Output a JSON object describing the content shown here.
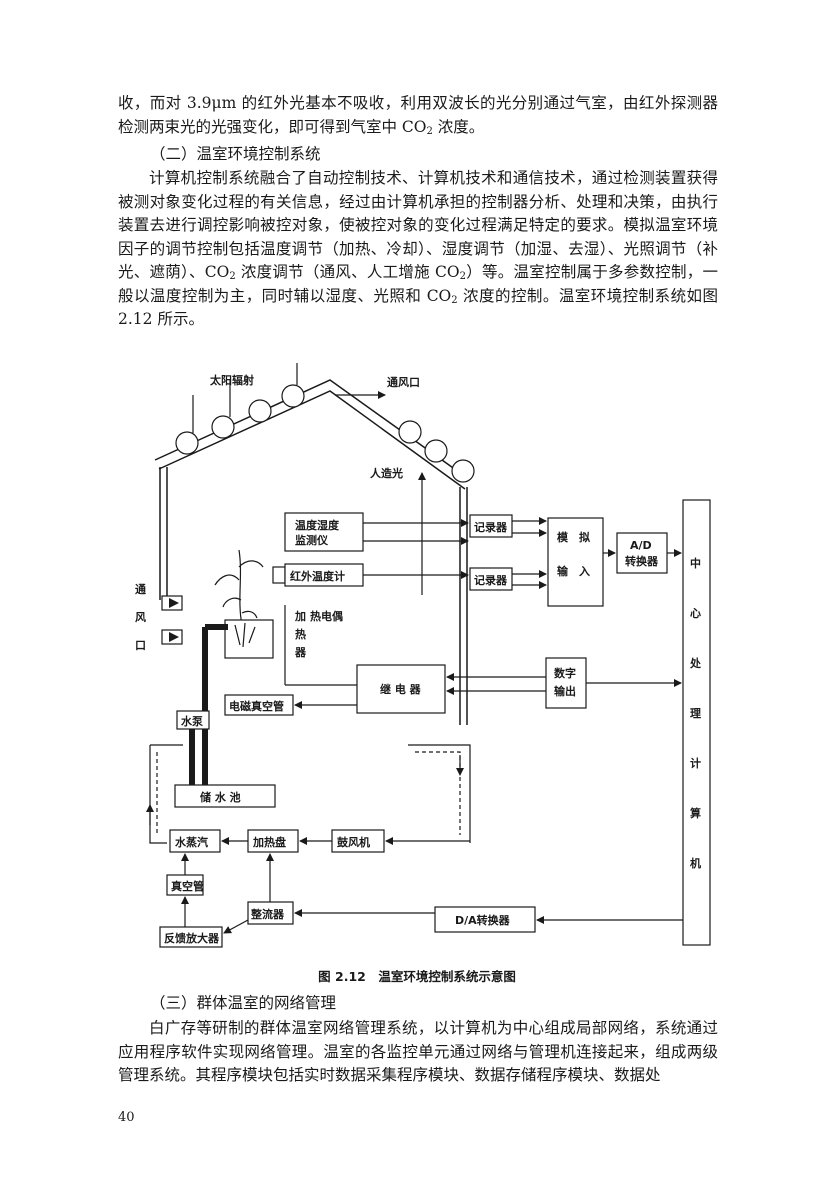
{
  "page": {
    "p1_a": "收，而对 3.9μm 的红外光基本不吸收，利用双波长的光分别通过气室，由红外探测器检测两束光的光强变化，即可得到气室中 CO",
    "p1_sub": "2",
    "p1_b": " 浓度。",
    "heading2": "（二）温室环境控制系统",
    "p2_a": "计算机控制系统融合了自动控制技术、计算机技术和通信技术，通过检测装置获得被测对象变化过程的有关信息，经过由计算机承担的控制器分析、处理和决策，由执行装置去进行调控影响被控对象，使被控对象的变化过程满足特定的要求。模拟温室环境因子的调节控制包括温度调节（加热、冷却）、湿度调节（加湿、去湿）、光照调节（补光、遮荫）、CO",
    "p2_sub1": "2",
    "p2_b": " 浓度调节（通风、人工增施 CO",
    "p2_sub2": "2",
    "p2_c": "）等。温室控制属于多参数控制，一般以温度控制为主，同时辅以湿度、光照和 CO",
    "p2_sub3": "2",
    "p2_d": " 浓度的控制。温室环境控制系统如图 2.12 所示。",
    "caption": "图 2.12　温室环境控制系统示意图",
    "heading3": "（三）群体温室的网络管理",
    "p3": "白广存等研制的群体温室网络管理系统，以计算机为中心组成局部网络，系统通过应用程序软件实现网络管理。温室的各监控单元通过网络与管理机连接起来，组成两级管理系统。其程序模块包括实时数据采集程序模块、数据存储程序模块、数据处",
    "page_number": "40"
  },
  "diagram": {
    "solar": "太阳辐射",
    "vent_top": "通风口",
    "artificial_light": "人造光",
    "temp_humidity_1": "温度湿度",
    "temp_humidity_2": "监测仪",
    "infrared": "红外温度计",
    "recorder1": "记录器",
    "recorder2": "记录器",
    "analog_in_1": "模　拟",
    "analog_in_2": "输　入",
    "ad_1": "A/D",
    "ad_2": "转换器",
    "cpu": [
      "中",
      "心",
      "处",
      "理",
      "计",
      "算",
      "机"
    ],
    "vent_side": [
      "通",
      "风",
      "口"
    ],
    "heater_label": [
      "加",
      "热",
      "器"
    ],
    "thermocouple": "热电偶",
    "relay": "继 电 器",
    "digital_out_1": "数字",
    "digital_out_2": "输出",
    "solenoid": "电磁真空管",
    "pump": "水泵",
    "reservoir": "储 水 池",
    "steam": "水蒸汽",
    "heating_plate": "加热盘",
    "blower": "鼓风机",
    "vacuum_tube": "真空管",
    "rectifier": "整流器",
    "da": "D/A转换器",
    "feedback_amp": "反馈放大器"
  }
}
